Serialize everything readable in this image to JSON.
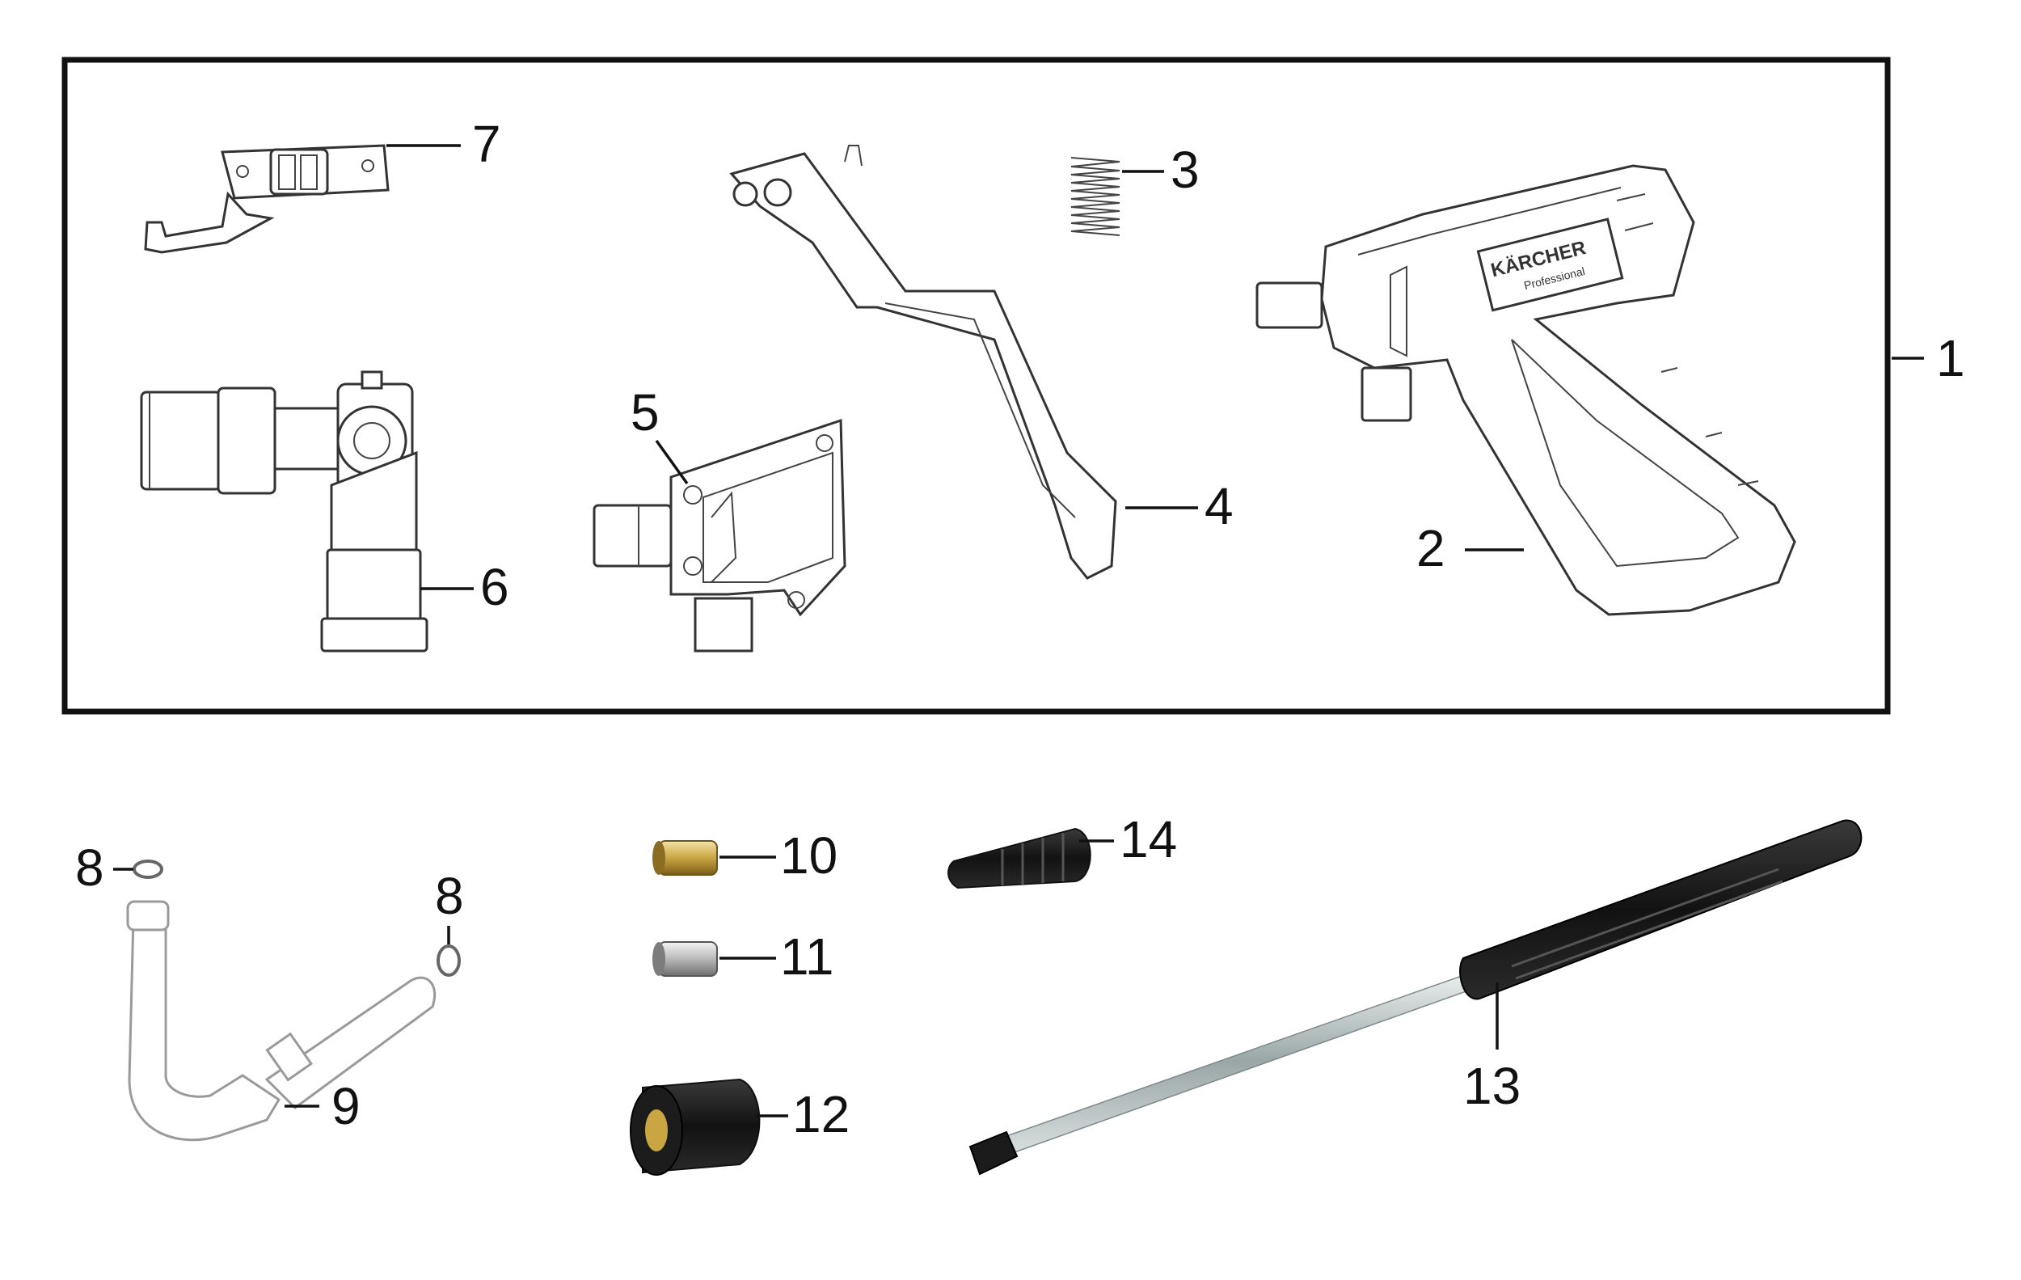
{
  "diagram": {
    "assembly_label": "1",
    "brand_text": "KÄRCHER",
    "brand_subtext": "Professional",
    "parts": [
      {
        "id": "grip",
        "label": "2"
      },
      {
        "id": "spring",
        "label": "3"
      },
      {
        "id": "trigger",
        "label": "4"
      },
      {
        "id": "half-shell",
        "label": "5"
      },
      {
        "id": "valve-body",
        "label": "6"
      },
      {
        "id": "safety-catch",
        "label": "7"
      },
      {
        "id": "o-ring-left",
        "label": "8"
      },
      {
        "id": "o-ring-right",
        "label": "8"
      },
      {
        "id": "hose-connector",
        "label": "9"
      },
      {
        "id": "nozzle-brass",
        "label": "10"
      },
      {
        "id": "nozzle-steel",
        "label": "11"
      },
      {
        "id": "nozzle-cap",
        "label": "12"
      },
      {
        "id": "spray-lance",
        "label": "13"
      },
      {
        "id": "rotary-nozzle",
        "label": "14"
      }
    ]
  }
}
